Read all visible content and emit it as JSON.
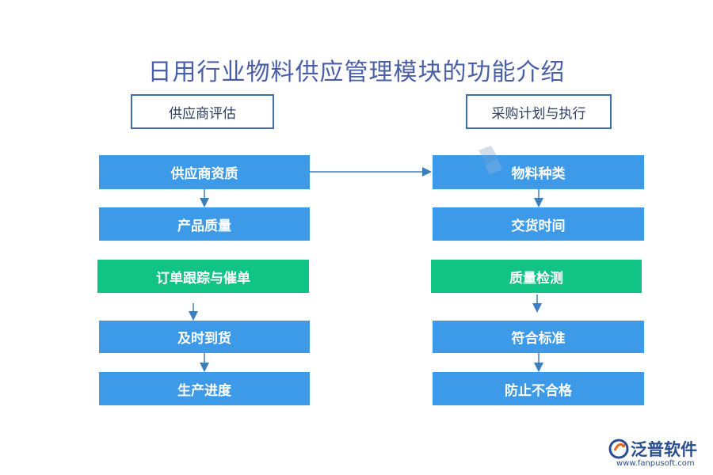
{
  "title": "日用行业物料供应管理模块的功能介绍",
  "left": {
    "header": "供应商评估",
    "steps": [
      "供应商资质",
      "产品质量",
      "订单跟踪与催单",
      "及时到货",
      "生产进度"
    ]
  },
  "right": {
    "header": "采购计划与执行",
    "steps": [
      "物料种类",
      "交货时间",
      "质量检测",
      "符合标准",
      "防止不合格"
    ]
  },
  "logo": {
    "name": "泛普软件",
    "url": "www.fanpusoft.com"
  },
  "colors": {
    "blue": "#3d9ae8",
    "green": "#12c386",
    "header_border": "#3f6fa8",
    "title": "#4a5fa8",
    "arrow": "#3a7fc0"
  }
}
